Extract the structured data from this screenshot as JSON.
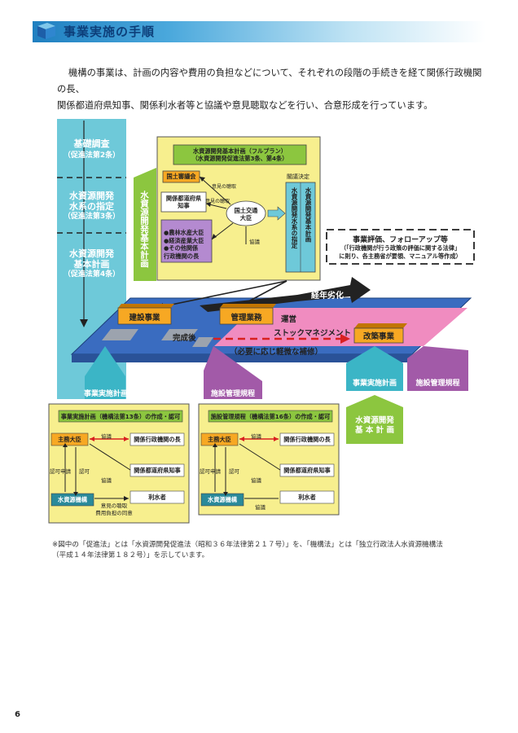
{
  "header": {
    "title": "事業実施の手順"
  },
  "intro": {
    "line1": "機構の事業は、計画の内容や費用の負担などについて、それぞれの段階の手続きを経て関係行政機関の長、",
    "line2": "関係都道府県知事、関係利水者等と協議や意見聴取などを行い、合意形成を行っています。"
  },
  "left_column": {
    "stage1_title": "基礎調査",
    "stage1_sub": "（促進法第2条）",
    "stage2_title1": "水資源開発",
    "stage2_title2": "水系の指定",
    "stage2_sub": "（促進法第3条）",
    "stage3_title1": "水資源開発",
    "stage3_title2": "基本計画",
    "stage3_sub": "（促進法第4条）"
  },
  "green_tab": {
    "label": "水資源開発基本計画"
  },
  "fullplan": {
    "title1": "水資源開発基本計画（フルプラン）",
    "title2": "（水資源開発促進法第3条、第4条）",
    "council": "国土審議会",
    "prefecture_l1": "関係都道府県",
    "prefecture_l2": "知事",
    "ministries": [
      "●農林水産大臣",
      "●経済産業大臣",
      "●その他関係",
      "行政機関の長"
    ],
    "minister_l1": "国土交通",
    "minister_l2": "大臣",
    "cabinet": "閣議決定",
    "col1": "水資源開発水系の指定",
    "col2": "水資源開発基本計画",
    "edge_opinion1": "意見の聴取",
    "edge_opinion2": "意見の聴取",
    "edge_consult": "協議"
  },
  "evaluation": {
    "title": "事業評価、フォローアップ等",
    "line1": "（「行政機関が行う政策の評価に関する法律」",
    "line2": "に則り、各主務省が要領、マニュアル等作成）"
  },
  "flow": {
    "aging": "経年劣化",
    "construction": "建設事業",
    "management": "管理業務",
    "operation": "運営",
    "completion": "完成後",
    "stock": "ストックマネジメント",
    "improvement": "改築事業",
    "minor_repair": "（必要に応じ軽微な補修）"
  },
  "tags": {
    "impl_plan_left": "事業実施計画",
    "mgmt_rule_left": "施設管理規程",
    "impl_plan_right": "事業実施計画",
    "mgmt_rule_right": "施設管理規程",
    "plan_arrow_l1": "水資源開発",
    "plan_arrow_l2": "基 本 計 画"
  },
  "impl_box": {
    "title": "事業実施計画（機構法第13条）の作成・認可",
    "minister": "主務大臣",
    "agencies": "関係行政機関の長",
    "prefecture": "関係都道府県知事",
    "org": "水資源機構",
    "users": "利水者",
    "consult1": "協議",
    "consult2": "協議",
    "apply": "認可申請",
    "approve": "認可",
    "opinion1": "意見の聴取",
    "opinion2": "費用負担の同意"
  },
  "rule_box": {
    "title": "施設管理規程（機構法第16条）の作成・認可",
    "minister": "主務大臣",
    "agencies": "関係行政機関の長",
    "prefecture": "関係都道府県知事",
    "org": "水資源機構",
    "users": "利水者",
    "consult1": "協議",
    "consult2": "協議",
    "apply": "認可申請",
    "approve": "認可",
    "consult3": "協議"
  },
  "footnote": {
    "line1": "※図中の「促進法」とは「水資源開発促進法（昭和３６年法律第２１７号）」を、「機構法」とは「独立行政法人水資源機構法",
    "line2": "（平成１４年法律第１８２号）」を示しています。"
  },
  "page_number": "6",
  "colors": {
    "cyan": "#6ec9d9",
    "green": "#8cc63f",
    "yellow": "#f7ef8e",
    "blue": "#3a6cc0",
    "pink": "#f08cc0",
    "orange": "#f7a823",
    "purple": "#a25aa8",
    "teal": "#3bb5c6"
  }
}
